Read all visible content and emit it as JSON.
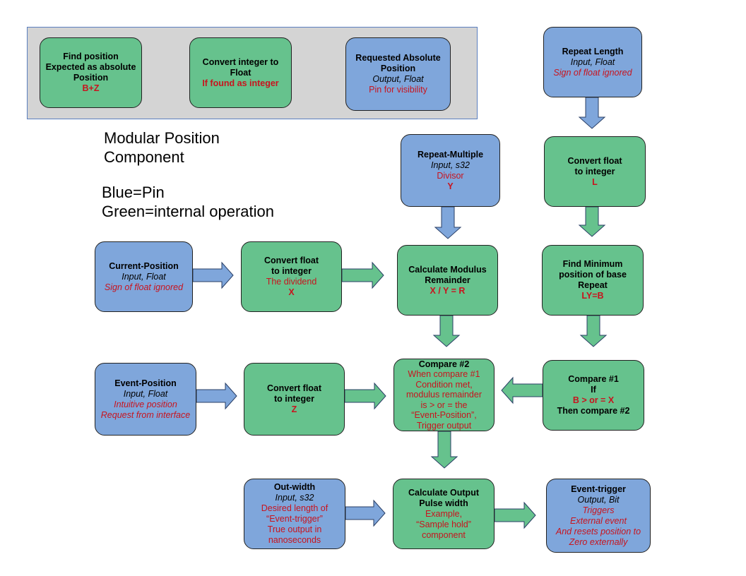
{
  "legend": {
    "find_position": {
      "title": [
        "Find position",
        "Expected as absolute",
        "Position"
      ],
      "note": "B+Z"
    },
    "convert_integer": {
      "title": [
        "Convert integer to",
        "Float"
      ],
      "note": "If found as integer"
    },
    "requested_position": {
      "title": [
        "Requested Absolute",
        "Position"
      ],
      "sub": "Output, Float",
      "note": "Pin for visibility"
    }
  },
  "heading": [
    "Modular Position",
    "Component"
  ],
  "key": [
    "Blue=Pin",
    "Green=internal operation"
  ],
  "nodes": {
    "repeat_length": {
      "title": "Repeat Length",
      "sub": "Input, Float",
      "note": "Sign of float ignored"
    },
    "convert_L": {
      "title": [
        "Convert float",
        "to integer"
      ],
      "note": "L"
    },
    "repeat_multiple": {
      "title": "Repeat-Multiple",
      "sub": "Input, s32",
      "note": "Divisor",
      "note2": "Y"
    },
    "current_position": {
      "title": "Current-Position",
      "sub": "Input, Float",
      "note": "Sign of float ignored"
    },
    "convert_X": {
      "title": [
        "Convert float",
        "to integer"
      ],
      "note": "The dividend",
      "note2": "X"
    },
    "modulus": {
      "title": [
        "Calculate Modulus",
        "Remainder"
      ],
      "note": "X / Y = R"
    },
    "find_min": {
      "title": [
        "Find Minimum",
        "position of base",
        "Repeat"
      ],
      "note": "LY=B"
    },
    "event_position": {
      "title": "Event-Position",
      "sub": "Input, Float",
      "note": [
        "Intuitive position",
        "Request from interface"
      ]
    },
    "convert_Z": {
      "title": [
        "Convert float",
        "to integer"
      ],
      "note": "Z"
    },
    "compare2": {
      "title": "Compare #2",
      "note": [
        "When  compare #1",
        "Condition met,",
        "modulus remainder",
        "is > or = the",
        "“Event-Position”,",
        "Trigger output"
      ]
    },
    "compare1": {
      "title": [
        "Compare #1",
        "If"
      ],
      "note": "B > or = X",
      "tail": "Then compare #2"
    },
    "out_width": {
      "title": "Out-width",
      "sub": "Input, s32",
      "note": [
        "Desired length of",
        "“Event-trigger”",
        "True output in",
        "nanoseconds"
      ]
    },
    "pulse": {
      "title": [
        "Calculate Output",
        "Pulse width"
      ],
      "note": [
        "Example,",
        "“Sample hold”",
        "component"
      ]
    },
    "event_trigger": {
      "title": "Event-trigger",
      "sub": "Output, Bit",
      "note": [
        "Triggers",
        "External event",
        "And resets position to",
        "Zero externally"
      ]
    }
  },
  "colors": {
    "pin": "#7fa6db",
    "operation": "#66c28d",
    "note_text": "#c8141e",
    "legend_bg": "#d4d4d4"
  }
}
